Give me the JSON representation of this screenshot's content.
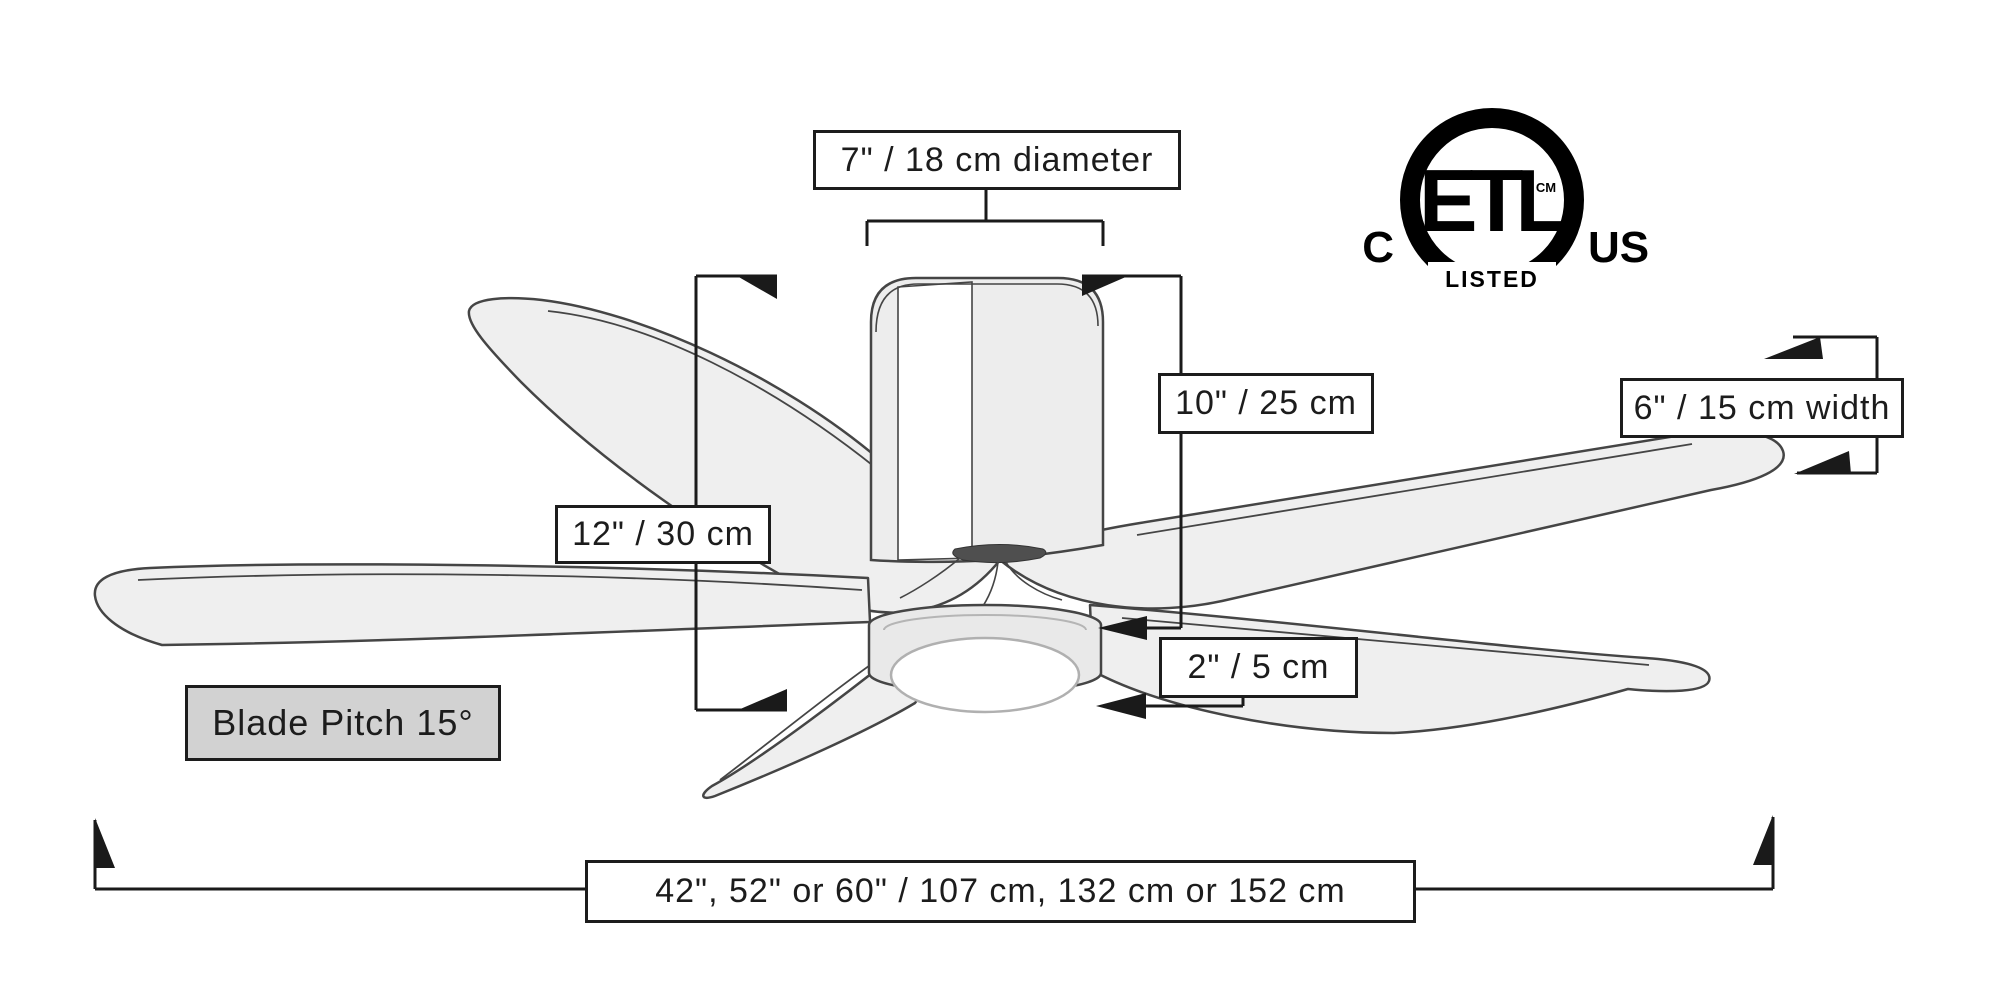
{
  "fan_diagram": {
    "dimensions": {
      "motor_diameter": "7\" / 18 cm diameter",
      "fan_height": "10\" / 25 cm",
      "motor_height": "12\" / 30 cm",
      "light_kit_height": "2\" / 5 cm",
      "blade_width": "6\" / 15 cm width",
      "blade_pitch": "Blade Pitch 15°",
      "blade_span": "42\", 52\" or 60\" / 107 cm, 132  cm or 152 cm"
    },
    "certification": {
      "left": "C",
      "mark": "ETL",
      "trademark": "CM",
      "banner": "LISTED",
      "right": "US"
    },
    "colors": {
      "line": "#1a1a1a",
      "blade_fill": "#efefef",
      "blade_stroke": "#454545",
      "pitch_badge_bg": "#d2d2d2",
      "label_bg": "#ffffff",
      "lens": "#ffffff"
    }
  }
}
